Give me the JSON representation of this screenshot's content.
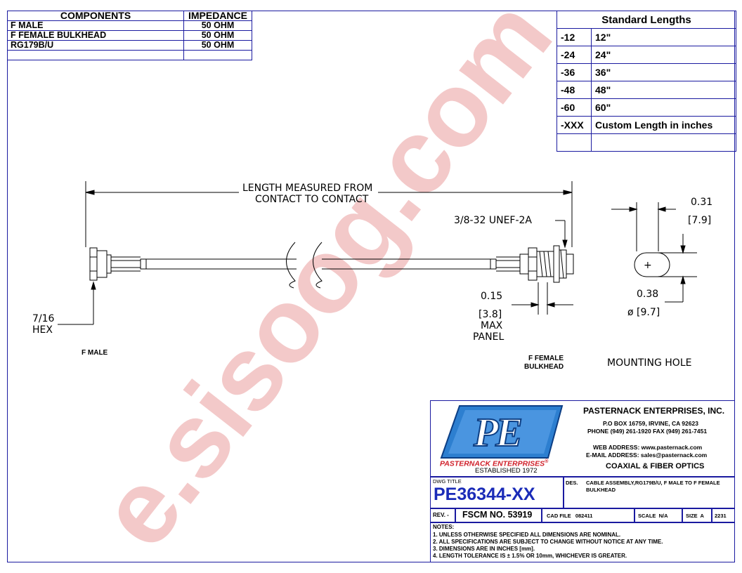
{
  "components_table": {
    "headers": [
      "COMPONENTS",
      "IMPEDANCE"
    ],
    "rows": [
      [
        "F MALE",
        "50 OHM"
      ],
      [
        "F FEMALE BULKHEAD",
        "50 OHM"
      ],
      [
        "RG179B/U",
        "50 OHM"
      ],
      [
        "",
        ""
      ]
    ]
  },
  "standard_lengths": {
    "title": "Standard Lengths",
    "rows": [
      [
        "-12",
        "12\""
      ],
      [
        "-24",
        "24\""
      ],
      [
        "-36",
        "36\""
      ],
      [
        "-48",
        "48\""
      ],
      [
        "-60",
        "60\""
      ],
      [
        "-XXX",
        "Custom Length in inches"
      ],
      [
        "",
        ""
      ]
    ]
  },
  "drawing": {
    "length_label_1": "LENGTH MEASURED FROM",
    "length_label_2": "CONTACT TO CONTACT",
    "thread": "3/8-32 UNEF-2A",
    "hex_1": "7/16",
    "hex_2": "HEX",
    "f_male": "F MALE",
    "panel_1": "0.15",
    "panel_2": "[3.8]",
    "panel_3": "MAX",
    "panel_4": "PANEL",
    "f_female_1": "F FEMALE",
    "f_female_2": "BULKHEAD",
    "hole_w_1": "0.31",
    "hole_w_2": "[7.9]",
    "hole_d_1": "0.38",
    "hole_d_2": "ø [9.7]",
    "mounting_hole": "MOUNTING HOLE"
  },
  "title_block": {
    "logo_text": "PE",
    "logo_company": "PASTERNACK ENTERPRISES",
    "logo_reg": "®",
    "established": "ESTABLISHED 1972",
    "company": "PASTERNACK ENTERPRISES, INC.",
    "address": "P.O BOX 16759, IRVINE, CA 92623",
    "phone": "PHONE (949) 261-1920 FAX (949) 261-7451",
    "web": "WEB ADDRESS: www.pasternack.com",
    "email": "E-MAIL ADDRESS: sales@pasternack.com",
    "tagline": "COAXIAL & FIBER OPTICS",
    "dwg_title_label": "DWG TITLE",
    "dwg_title": "PE36344-XX",
    "des_label": "DES.",
    "description": "CABLE ASSEMBLY,RG179B/U, F MALE TO F FEMALE BULKHEAD",
    "rev": "REV. -",
    "fscm": "FSCM NO. 53919",
    "cad_file": "CAD FILE   082411",
    "scale": "SCALE  N/A",
    "size": "SIZE  A",
    "sheet_no": "2231",
    "notes_label": "NOTES:",
    "notes": [
      "1.  UNLESS OTHERWISE SPECIFIED ALL DIMENSIONS ARE NOMINAL.",
      "2.  ALL SPECIFICATIONS ARE SUBJECT TO CHANGE WITHOUT NOTICE AT ANY TIME.",
      "3.  DIMENSIONS ARE IN INCHES [mm].",
      "4.  LENGTH TOLERANCE IS ± 1.5% OR 10mm, WHICHEVER IS GREATER."
    ]
  },
  "watermark": "e.sisoog.com",
  "colors": {
    "border": "#1a1aa0",
    "logo_blue": "#2d7fd0",
    "brand_red": "#d0202a",
    "title_blue": "#1a2bb8",
    "watermark": "#f3c9c9"
  }
}
